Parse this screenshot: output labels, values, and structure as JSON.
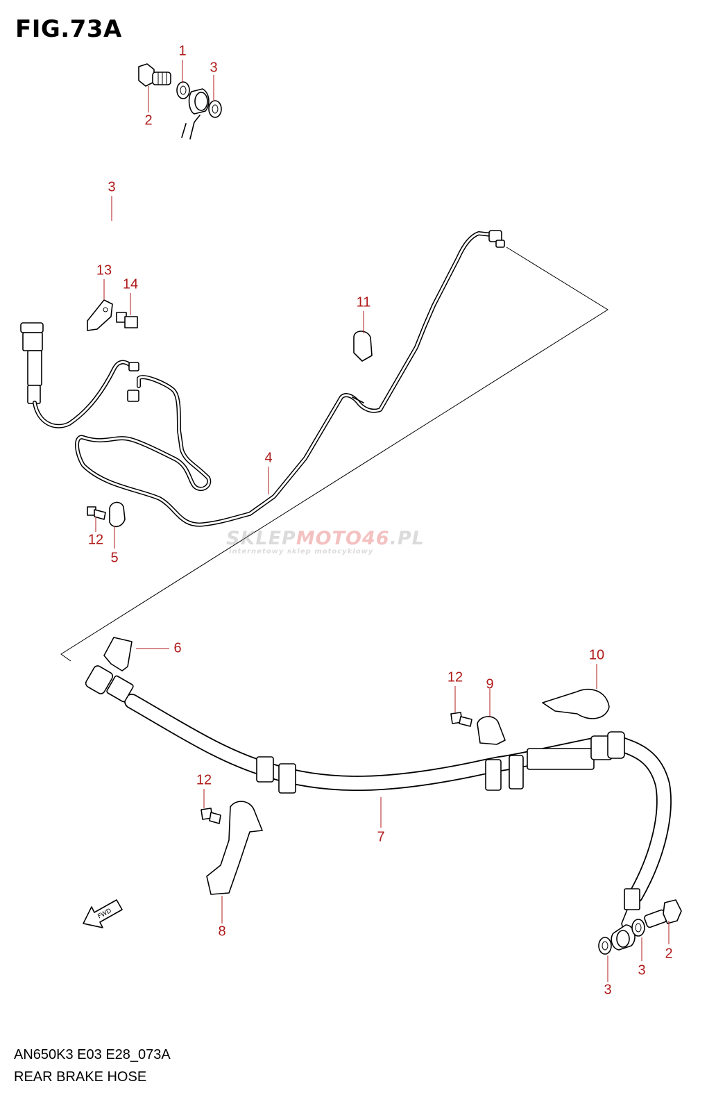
{
  "figure": {
    "title": "FIG.73A",
    "model_code": "AN650K3 E03 E28_073A",
    "diagram_name": "REAR BRAKE HOSE"
  },
  "callouts": [
    "1",
    "2",
    "3",
    "3",
    "4",
    "5",
    "11",
    "12",
    "13",
    "14",
    "6",
    "7",
    "8",
    "9",
    "10",
    "12",
    "12",
    "2",
    "3",
    "3"
  ],
  "watermark": {
    "main_part1": "SKLEP",
    "main_part2": "MOTO46",
    "main_part3": ".PL",
    "sub": "internetowy sklep motocyklowy"
  },
  "direction_marker": "FWD",
  "colors": {
    "callout": "#b01a1a",
    "line": "#000000",
    "watermark_accent": "#e05050"
  }
}
